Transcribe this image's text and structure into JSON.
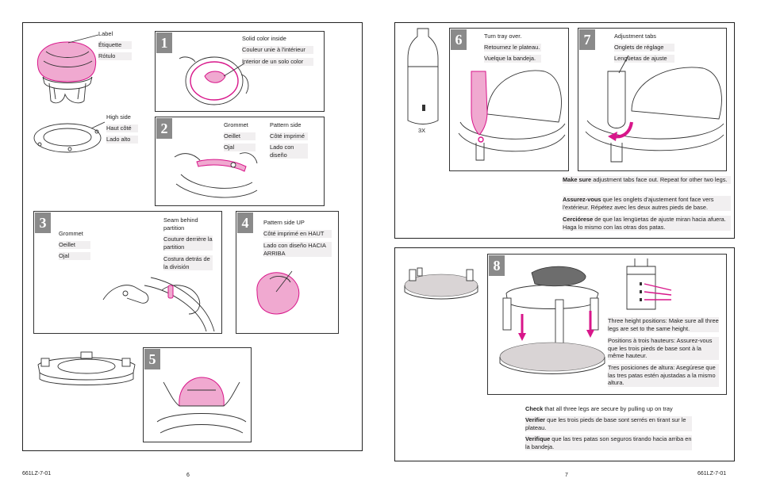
{
  "left_page": {
    "labels_hat": [
      "Label",
      "Étiquette",
      "Rótulo"
    ],
    "labels_tray": [
      "High side",
      "Haut côté",
      "Lado alto"
    ],
    "step1": {
      "number": "1",
      "lines": [
        "Solid color inside",
        "Couleur unie à l'intérieur",
        "Interior de un solo color"
      ]
    },
    "step2": {
      "number": "2",
      "left": [
        "Grommet",
        "Oeillet",
        "Ojal"
      ],
      "right": [
        "Pattern side",
        "Côté imprimé",
        "Lado con diseño"
      ]
    },
    "step3": {
      "number": "3",
      "left": [
        "Grommet",
        "Oeillet",
        "Ojal"
      ],
      "right": [
        "Seam behind partition",
        "Couture derrière la partition",
        "Costura detrás de la división"
      ]
    },
    "step4": {
      "number": "4",
      "lines": [
        "Pattern side UP",
        "Côté imprimé en HAUT",
        "Lado con diseño HACIA ARRIBA"
      ]
    },
    "step5": {
      "number": "5"
    },
    "footer_code": "661LZ-7-01",
    "page_number": "6"
  },
  "right_page": {
    "bottle_label": "3X",
    "step6": {
      "number": "6",
      "lines": [
        "Turn tray over.",
        "Retournez le plateau.",
        "Vuelque la bandeja."
      ]
    },
    "step7": {
      "number": "7",
      "lines": [
        "Adjustment tabs",
        "Onglets de réglage",
        "Lengüetas de ajuste"
      ]
    },
    "note7": [
      {
        "bold": "Make sure",
        "rest": " adjustment tabs face out. Repeat for other two legs."
      },
      {
        "bold": "Assurez-vous",
        "rest": " que les onglets d'ajustement font face vers l'extérieur. Répétez avec les deux autres pieds de base."
      },
      {
        "bold": "Cerciórese",
        "rest": " de que las lengüetas de ajuste miran hacia afuera. Haga lo mismo con las otras dos patas."
      }
    ],
    "step8": {
      "number": "8",
      "lines": [
        "Three height positions: Make sure all three legs are set to the same height.",
        "Positions à trois hauteurs: Assurez-vous que les trois pieds de base sont à la même hauteur.",
        "Tres posiciones de altura: Asegúrese que las tres patas estén ajustadas a la mismo altura."
      ]
    },
    "note8": [
      {
        "bold": "Check",
        "rest": " that all three legs are secure by pulling up on tray"
      },
      {
        "bold": "Verifier",
        "rest": " que les trois pieds de base sont serrés en tirant sur le plateau."
      },
      {
        "bold": "Verifique",
        "rest": " que las tres patas son seguros tirando hacia arriba en la bandeja."
      }
    ],
    "page_number": "7",
    "footer_code": "661LZ-7-01"
  },
  "colors": {
    "accent": "#d8168a",
    "accent_fill": "#f0a9d0",
    "number_badge": "#8a8a8a",
    "text_highlight": "#f1eff0"
  }
}
